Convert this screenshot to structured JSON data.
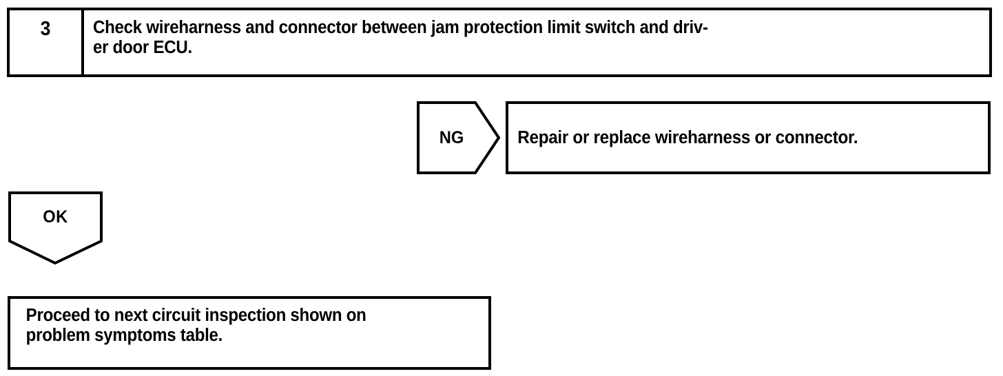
{
  "document": {
    "type": "troubleshooting-flowchart",
    "ink_color": "#000000",
    "page_color": "#ffffff"
  },
  "step": {
    "number": "3",
    "instruction": "Check wireharness and connector between jam protection limit switch and driv-\ner door ECU."
  },
  "branches": {
    "ng": {
      "label": "NG",
      "result_text": "Repair or replace wireharness or connector."
    },
    "ok": {
      "label": "OK",
      "result_text": "Proceed to next circuit inspection shown on\nproblem symptoms table."
    }
  }
}
